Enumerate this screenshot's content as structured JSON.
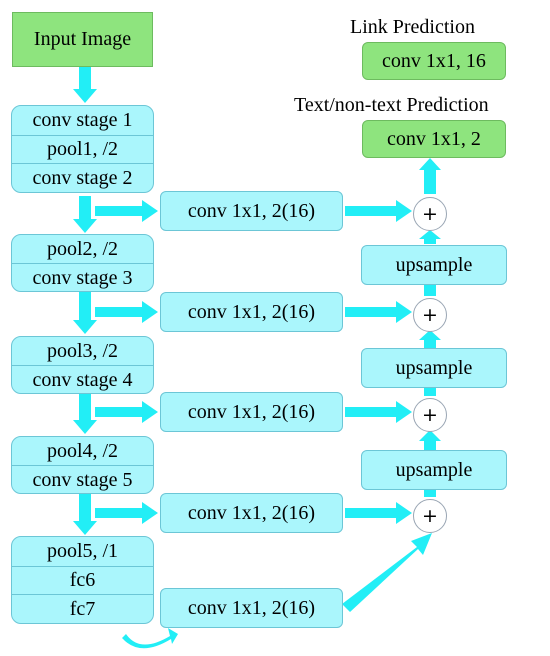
{
  "input": {
    "label": "Input Image"
  },
  "stages": [
    [
      "conv stage 1",
      "pool1, /2",
      "conv stage 2"
    ],
    [
      "pool2, /2",
      "conv stage 3"
    ],
    [
      "pool3, /2",
      "conv stage 4"
    ],
    [
      "pool4, /2",
      "conv stage 5"
    ],
    [
      "pool5, /1",
      "fc6",
      "fc7"
    ]
  ],
  "side_conv_label": "conv 1x1, 2(16)",
  "upsample_label": "upsample",
  "plus_symbol": "+",
  "outputs": {
    "link": {
      "title": "Link Prediction",
      "label": "conv 1x1, 16"
    },
    "text": {
      "title": "Text/non-text Prediction",
      "label": "conv 1x1, 2"
    }
  },
  "colors": {
    "box_fill": "#aaf6fc",
    "output_fill": "#8ee47e",
    "arrow": "#22eef6"
  }
}
